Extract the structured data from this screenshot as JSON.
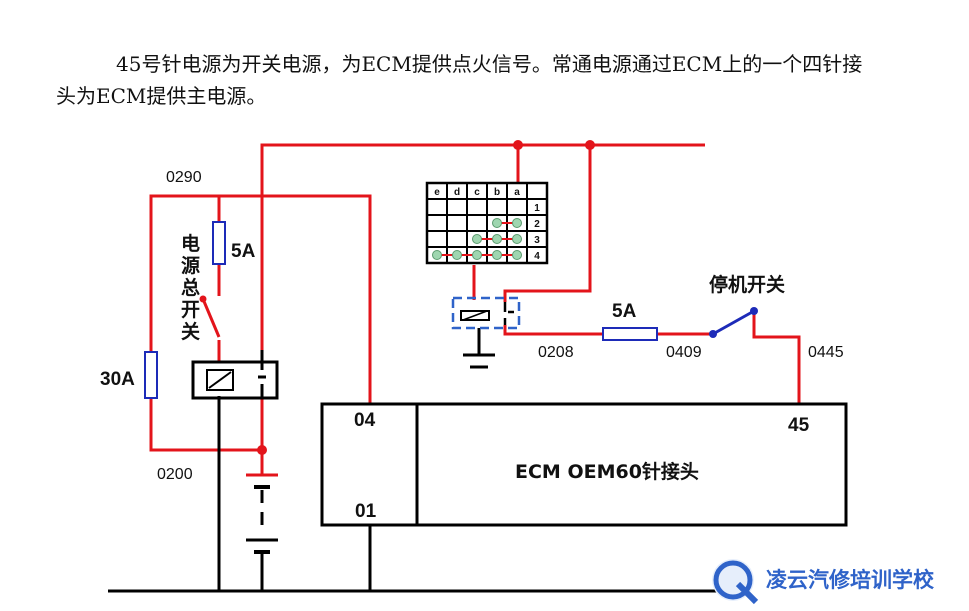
{
  "description": {
    "line1": "45号针电源为开关电源，为ECM提供点火信号。常通电源通过ECM上的一个四针接",
    "line2": "头为ECM提供主电源。"
  },
  "labels": {
    "wire_0290": "0290",
    "wire_0200": "0200",
    "wire_0208": "0208",
    "wire_0409": "0409",
    "wire_0445": "0445",
    "fuse_30a": "30A",
    "fuse_5a_left": "5A",
    "fuse_5a_right": "5A",
    "main_switch": [
      "电",
      "源",
      "总",
      "开",
      "关"
    ],
    "stop_switch": "停机开关",
    "ecm_pin_04": "04",
    "ecm_pin_01": "01",
    "ecm_pin_45": "45",
    "ecm_title": "ECM  OEM60针接头"
  },
  "connector_grid": {
    "columns": [
      "e",
      "d",
      "c",
      "b",
      "a"
    ],
    "rows": [
      "1",
      "2",
      "3",
      "4"
    ]
  },
  "watermark": {
    "text": "凌云汽修培训学校"
  },
  "colors": {
    "wire_power": "#e3141b",
    "wire_ground": "#000000",
    "fuse": "#1d2bb8",
    "relay_box": "#2f63c9",
    "switch_contact": "#1d2bb8",
    "grid_dot": "#9fd6b0",
    "logo": "#2f63c9"
  },
  "icons": {
    "battery": "battery-symbol",
    "ground": "ground-symbol",
    "fuse": "fuse-symbol",
    "relay": "relay-symbol",
    "switch": "switch-symbol",
    "logo": "q-logo-icon"
  }
}
